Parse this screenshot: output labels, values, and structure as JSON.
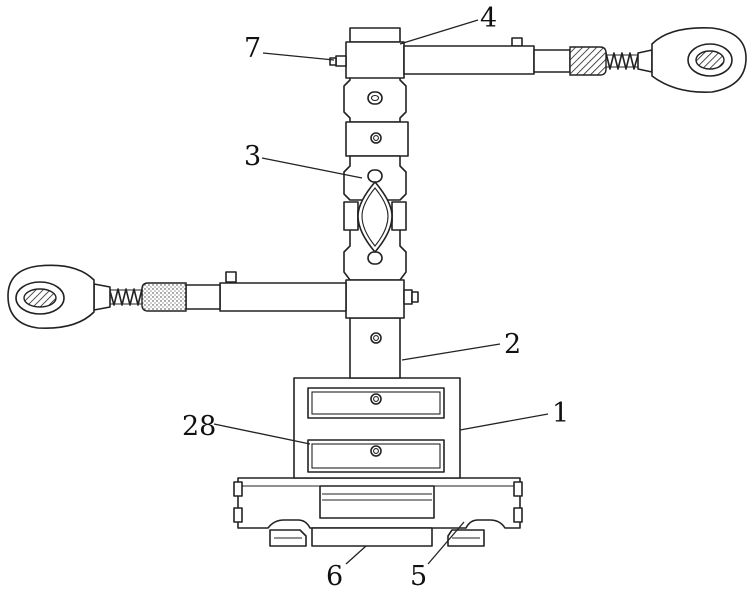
{
  "labels": {
    "n4": "4",
    "n7": "7",
    "n3": "3",
    "n2": "2",
    "n1": "1",
    "n28": "28",
    "n6": "6",
    "n5": "5"
  },
  "colors": {
    "line": "#222222",
    "background": "#ffffff"
  }
}
